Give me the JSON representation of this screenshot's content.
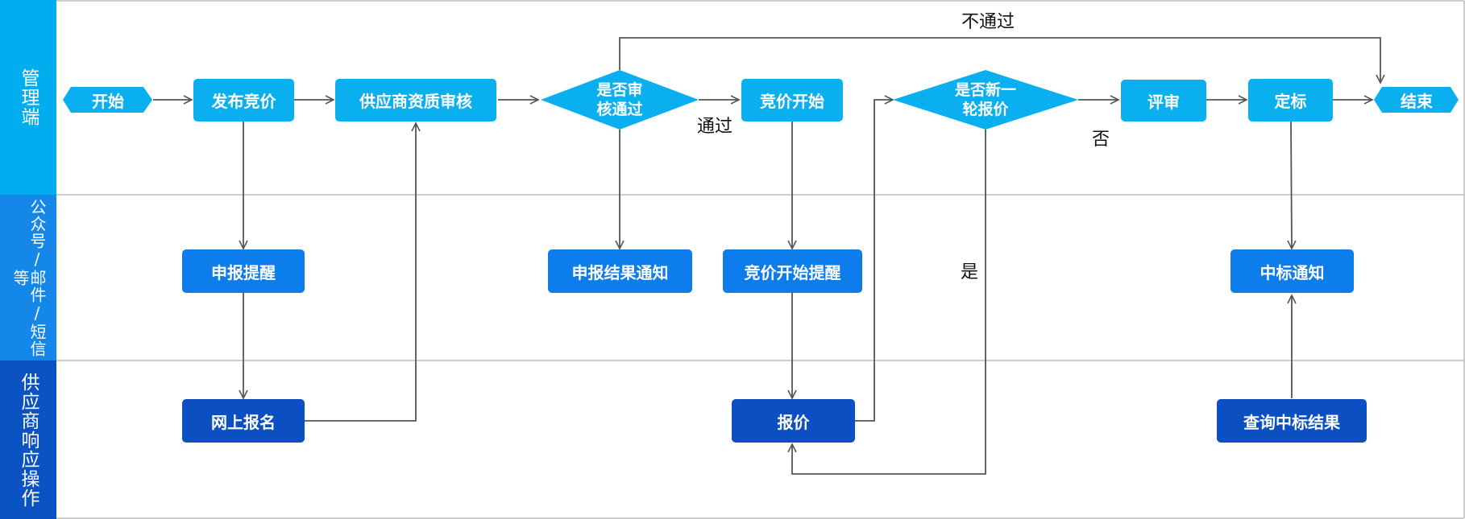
{
  "colors": {
    "lane_mgmt": "#00aeef",
    "lane_notify": "#1487e9",
    "lane_supplier": "#0b52c3",
    "node_light": "#0aaff0",
    "node_mid": "#0d7deb",
    "node_dark": "#0b4fc2",
    "line": "#555555",
    "grid": "#bdbdbd"
  },
  "lanes": [
    {
      "label": "管理端"
    },
    {
      "label": "公众号/邮件/短信等"
    },
    {
      "label": "供应商响应操作"
    }
  ],
  "nodes": {
    "start": "开始",
    "publish": "发布竞价",
    "qualification_review": "供应商资质审核",
    "review_pass_1": "是否审",
    "review_pass_2": "核通过",
    "bidding_start": "竞价开始",
    "new_round_1": "是否新一",
    "new_round_2": "轮报价",
    "evaluate": "评审",
    "award": "定标",
    "end": "结束",
    "report_reminder": "申报提醒",
    "report_result_notice": "申报结果通知",
    "bidding_start_reminder": "竞价开始提醒",
    "award_notice": "中标通知",
    "online_signup": "网上报名",
    "quote": "报价",
    "query_award_result": "查询中标结果"
  },
  "edge_labels": {
    "not_pass": "不通过",
    "pass": "通过",
    "no": "否",
    "yes": "是"
  }
}
